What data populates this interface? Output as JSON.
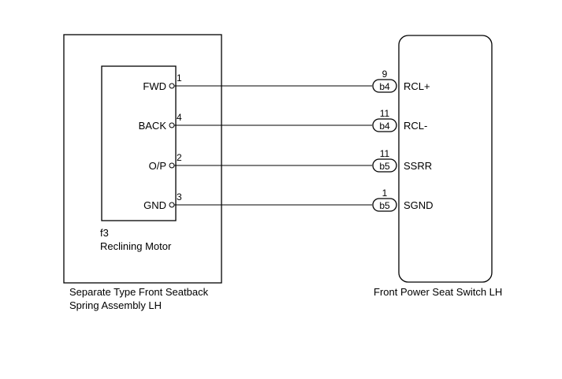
{
  "left_assembly": {
    "caption_line1": "Separate Type Front Seatback",
    "caption_line2": "Spring Assembly LH",
    "motor_code": "f3",
    "motor_name": "Reclining Motor"
  },
  "right_assembly": {
    "caption": "Front Power Seat Switch LH"
  },
  "wires": [
    {
      "left_label": "FWD",
      "left_pin": "1",
      "right_pin": "9",
      "connector": "b4",
      "right_label": "RCL+"
    },
    {
      "left_label": "BACK",
      "left_pin": "4",
      "right_pin": "11",
      "connector": "b4",
      "right_label": "RCL-"
    },
    {
      "left_label": "O/P",
      "left_pin": "2",
      "right_pin": "11",
      "connector": "b5",
      "right_label": "SSRR"
    },
    {
      "left_label": "GND",
      "left_pin": "3",
      "right_pin": "1",
      "connector": "b5",
      "right_label": "SGND"
    }
  ]
}
